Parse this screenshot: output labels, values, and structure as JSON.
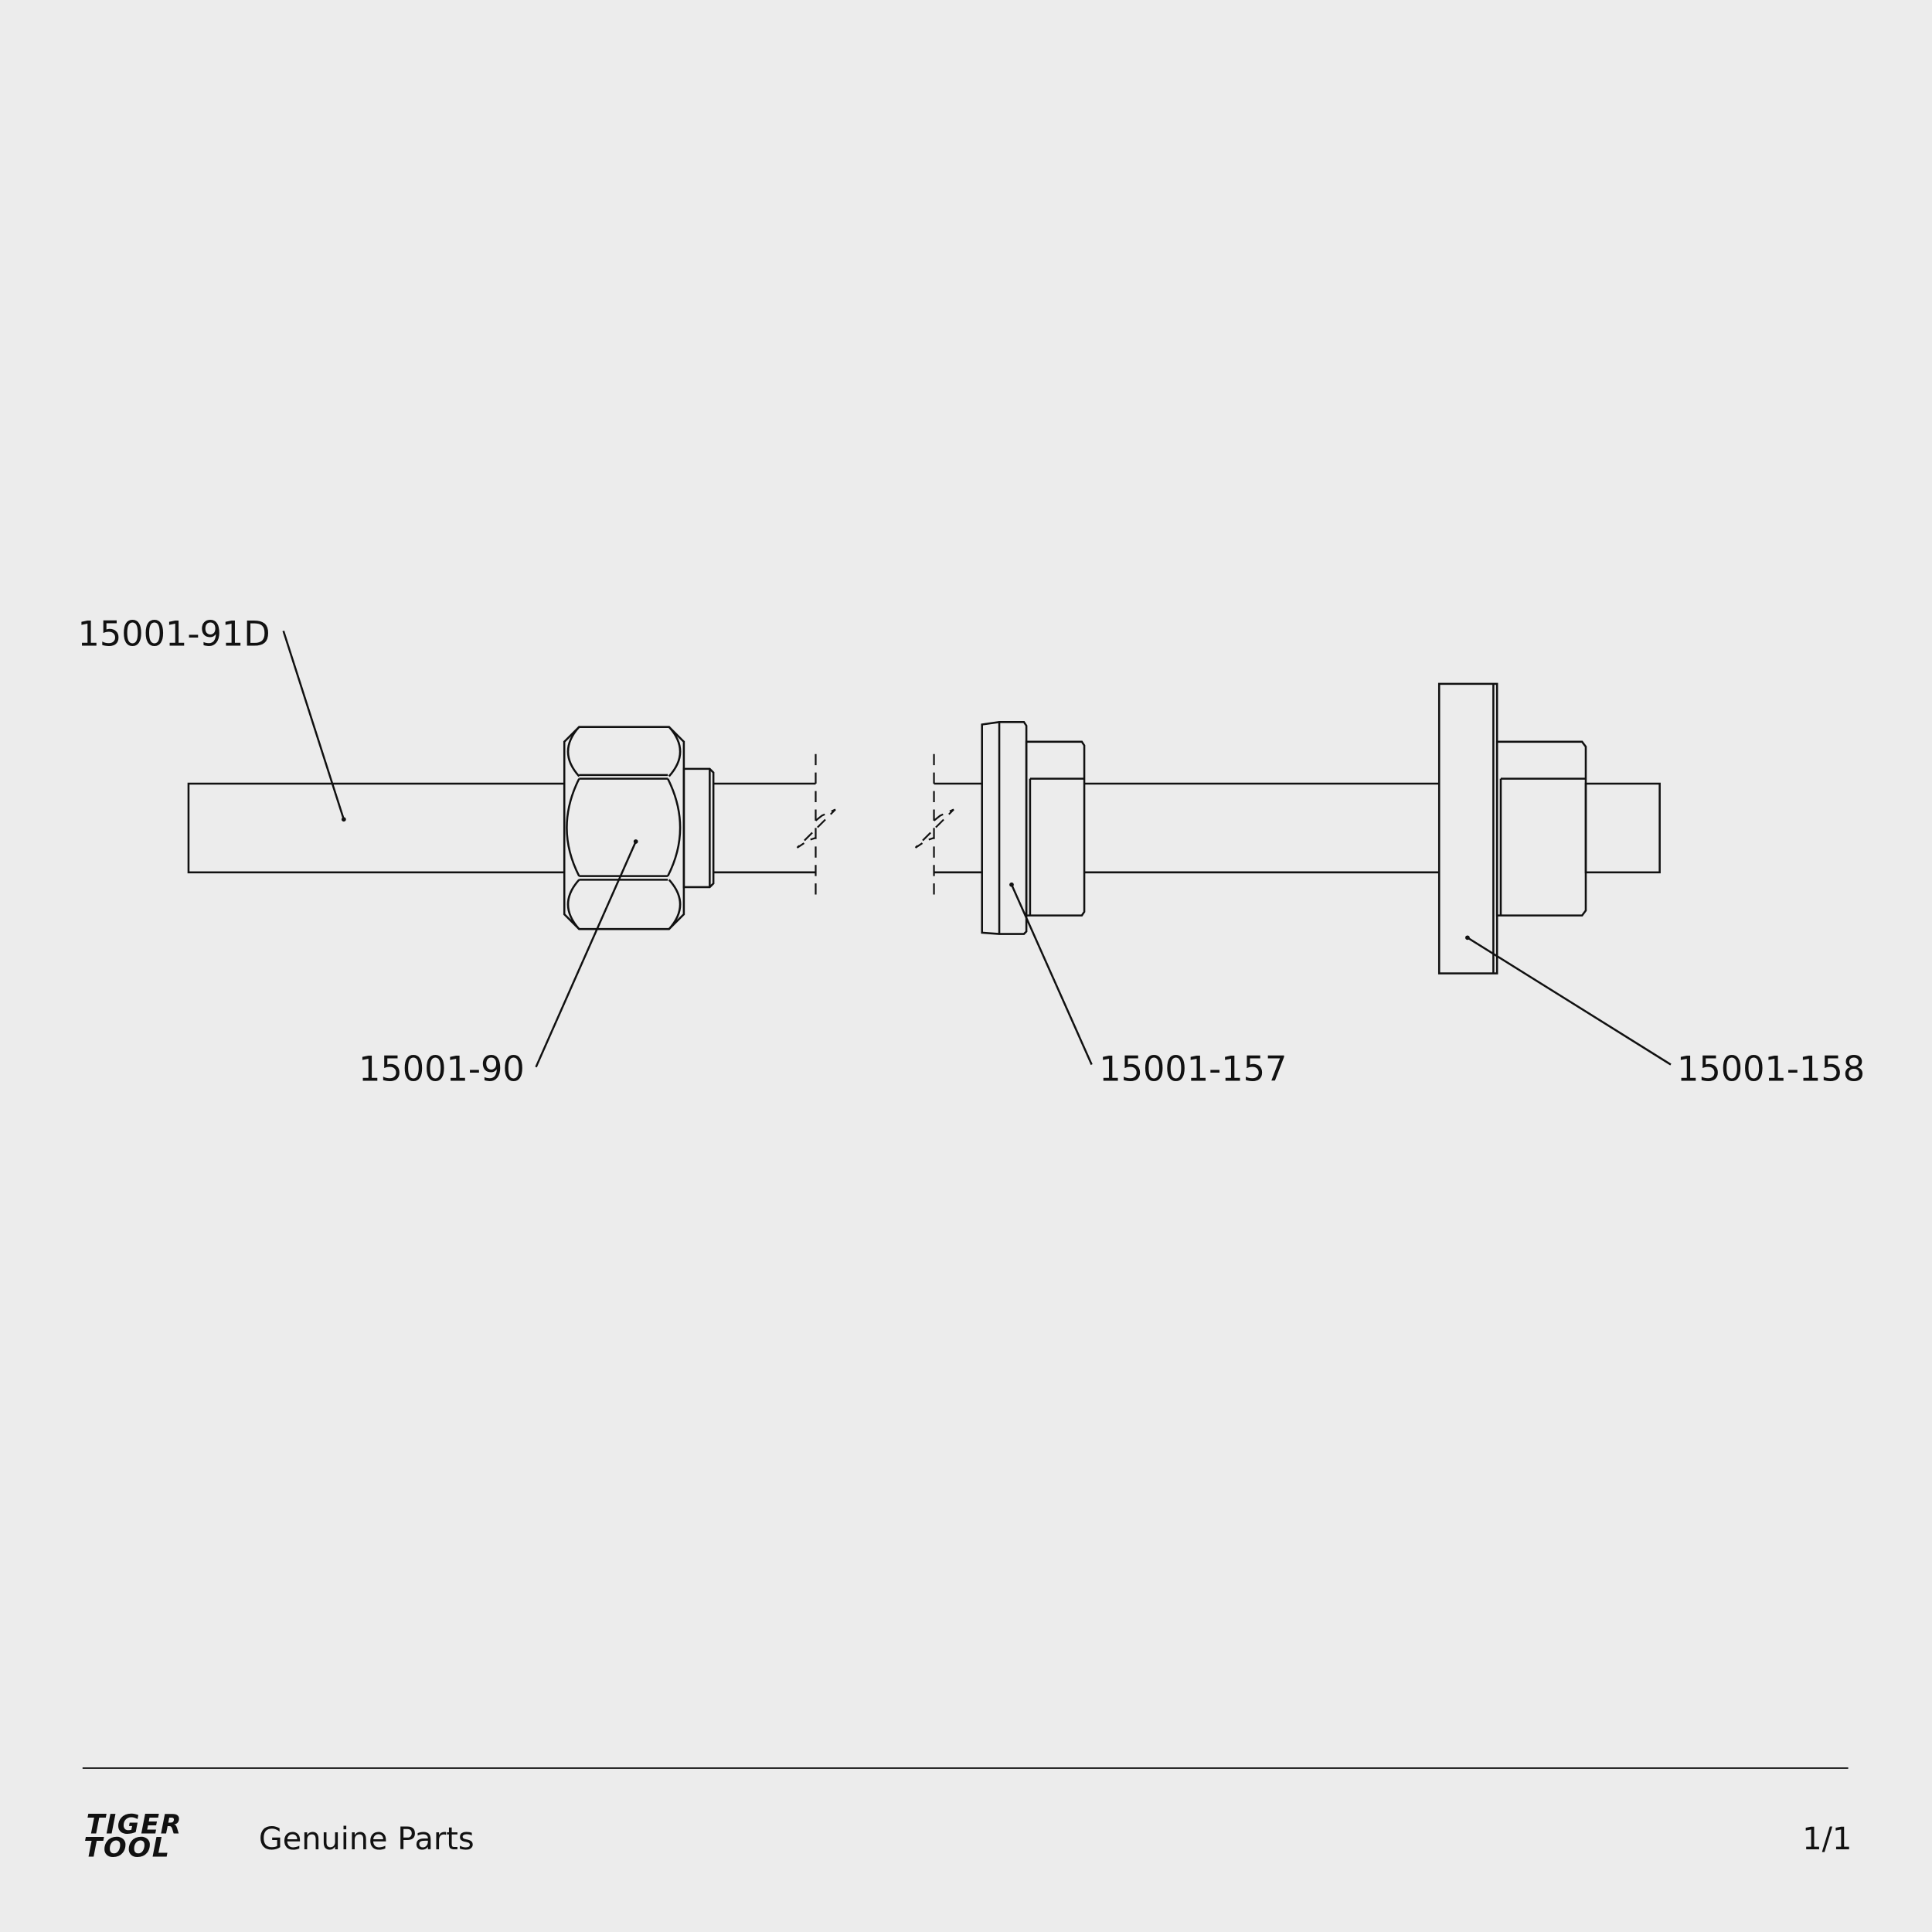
{
  "parts": [
    {
      "number": "15001-91D",
      "name": "rod"
    },
    {
      "number": "15001-90",
      "name": "hex-nut"
    },
    {
      "number": "15001-157",
      "name": "small-washer-bushing"
    },
    {
      "number": "15001-158",
      "name": "large-washer-bushing"
    }
  ],
  "footer": {
    "logo_text_line1": "TIGER",
    "logo_text_line2": "TOOL",
    "tagline": "Genuine Parts",
    "page": "1/1"
  },
  "colors": {
    "background": "#ececec",
    "ink": "#111111"
  }
}
